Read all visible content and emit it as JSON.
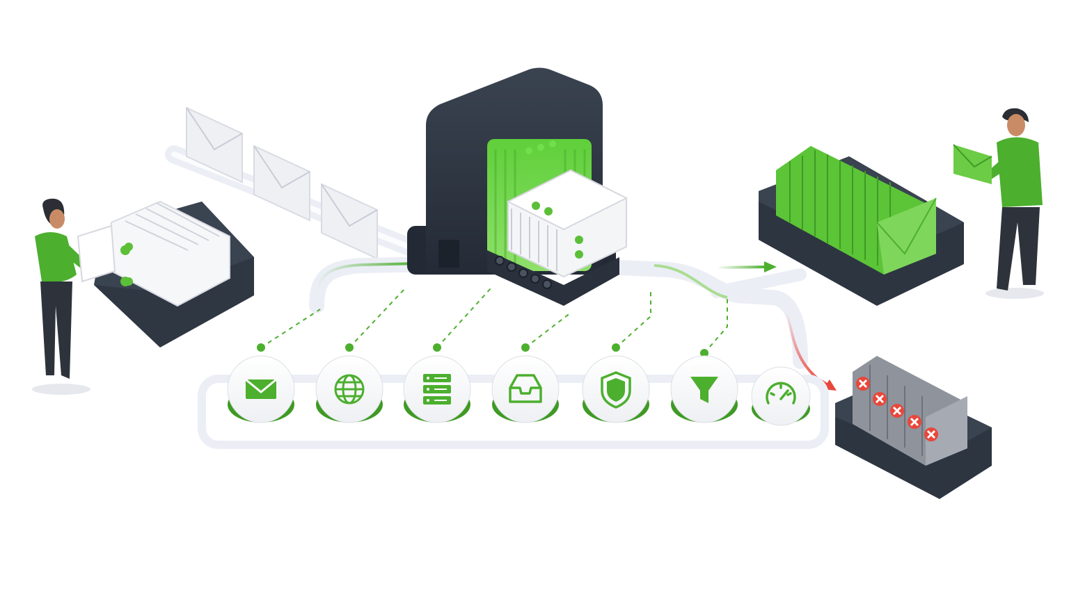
{
  "diagram": {
    "kind": "email-verification-pipeline",
    "colors": {
      "accent": "#4caf2e",
      "accent_dark": "#2f8a1c",
      "accent_light": "#8fe06a",
      "machine": "#2b3340",
      "tray": "#303844",
      "track": "#eceef6",
      "reject": "#e8473b",
      "paper": "#f7f7f9"
    },
    "check_stations": [
      {
        "icon": "envelope-icon"
      },
      {
        "icon": "globe-icon"
      },
      {
        "icon": "server-icon"
      },
      {
        "icon": "inbox-icon"
      },
      {
        "icon": "shield-icon"
      },
      {
        "icon": "filter-icon"
      },
      {
        "icon": "speedometer-icon"
      }
    ],
    "valid_tray_count": 10,
    "rejected_tray_count": 5
  }
}
